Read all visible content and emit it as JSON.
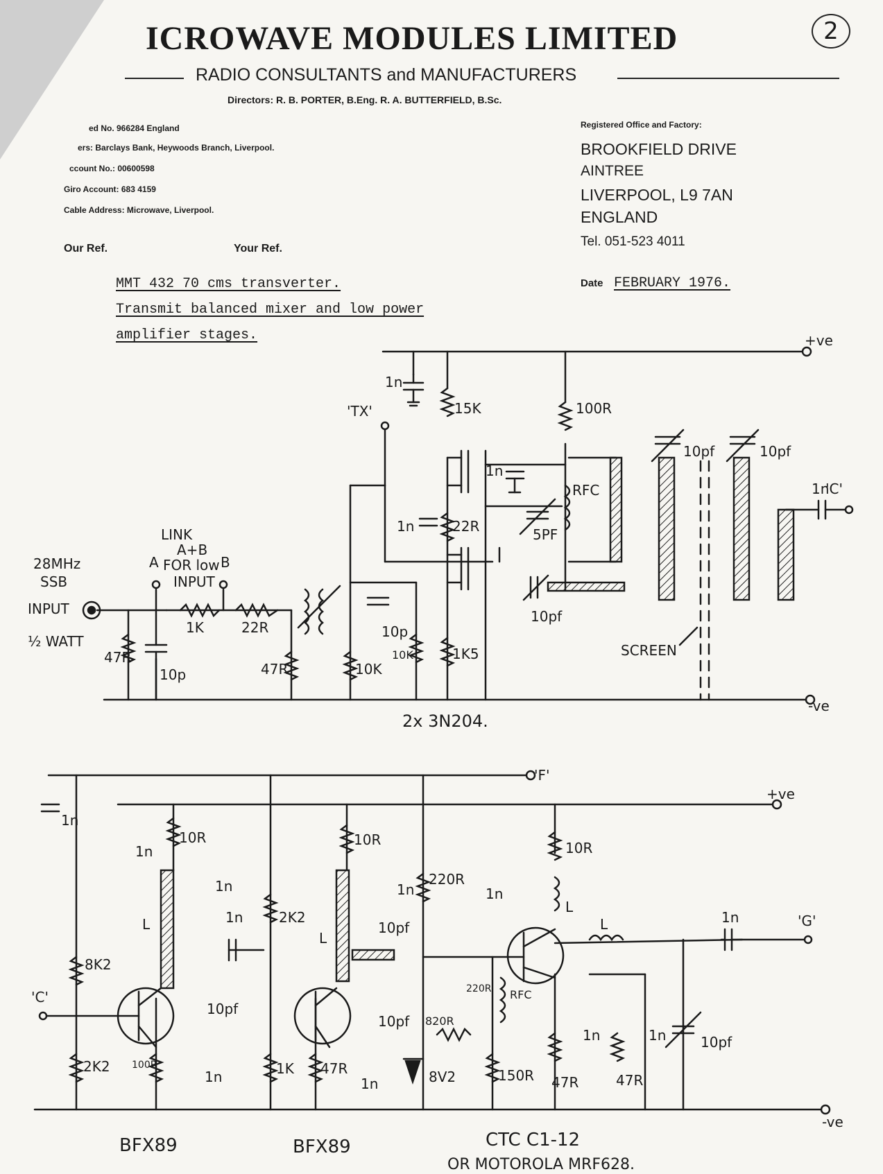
{
  "letterhead": {
    "company": "ICROWAVE MODULES LIMITED",
    "tagline": "RADIO CONSULTANTS and MANUFACTURERS",
    "directors": "Directors: R. B. PORTER, B.Eng.   R. A. BUTTERFIELD, B.Sc.",
    "reg_no": "ed No. 966284 England",
    "bankers": "ers: Barclays Bank, Heywoods Branch, Liverpool.",
    "account": "ccount No.: 00600598",
    "giro": "Giro Account: 683 4159",
    "cable": "Cable Address: Microwave, Liverpool.",
    "office_label": "Registered Office and Factory:",
    "address": [
      "BROOKFIELD DRIVE",
      "AINTREE",
      "LIVERPOOL, L9 7AN",
      "ENGLAND"
    ],
    "tel": "Tel. 051-523 4011",
    "our_ref": "Our Ref.",
    "your_ref": "Your Ref.",
    "page_number": "2"
  },
  "memo": {
    "line1": "MMT 432 70 cms transverter.",
    "line2": "Transmit balanced mixer and low power",
    "line3": "amplifier stages.",
    "date_label": "Date",
    "date_value": "FEBRUARY 1976."
  },
  "circuit1": {
    "pos": "+ve",
    "neg": "-ve",
    "tx": "'TX'",
    "c_out": "'C'",
    "input_label": [
      "28MHz",
      "SSB",
      "INPUT",
      "½ WATT"
    ],
    "link_label": [
      "LINK",
      "A+B",
      "FOR low",
      "INPUT"
    ],
    "point_a": "A",
    "point_b": "B",
    "screen": "SCREEN",
    "devices": "2x 3N204.",
    "values": {
      "r_47r_in": "47R",
      "c_10p_in": "10p",
      "r_1k": "1K",
      "r_22r": "22R",
      "r_47r_b": "47R",
      "r_10k_a": "10K",
      "c_10p_b": "10p",
      "r_10k_b": "10K",
      "r_1k5": "1K5",
      "c_1n_top": "1n",
      "r_15k": "15K",
      "r_100r": "100R",
      "c_1n_mid": "1n",
      "r_22r_src": "22R",
      "c_1n_src": "1n",
      "rfc": "RFC",
      "c_5pf": "5PF",
      "c_10pf_a": "10pf",
      "c_10pf_b": "10pf",
      "c_10pf_c": "10pf",
      "c_1n_out": "1n"
    }
  },
  "circuit2": {
    "f_rail": "'F'",
    "pos": "+ve",
    "neg": "-ve",
    "c_in": "'C'",
    "g_out": "'G'",
    "values": {
      "c_1n_a": "1n",
      "c_1n_b": "1n",
      "r_10r_a": "10R",
      "c_1n_c": "1n",
      "l_a": "L",
      "c_1n_d": "1n",
      "r_8k2": "8K2",
      "c_10pf_a": "10pf",
      "r_2k2_a": "2K2",
      "r_100r": "100R",
      "c_1n_e": "1n",
      "r_2k2_b": "2K2",
      "r_10r_b": "10R",
      "c_1n_f": "1n",
      "l_b": "L",
      "c_10pf_b": "10pf",
      "c_10pf_c": "10pf",
      "r_1k": "1K",
      "r_47r_a": "47R",
      "c_1n_g": "1n",
      "zener": "8V2",
      "r_220r_a": "220R",
      "r_820r": "820R",
      "r_220r_b": "220R",
      "rfc": "RFC",
      "r_150r": "150R",
      "r_10r_c": "10R",
      "c_1n_h": "1n",
      "l_c": "L",
      "l_d": "L",
      "c_1n_i": "1n",
      "r_47r_b": "47R",
      "c_1n_j": "1n",
      "r_47r_c": "47R",
      "c_1n_k": "1n",
      "c_10pf_d": "10pf"
    },
    "transistors": [
      "BFX89",
      "BFX89",
      "CTC C1-12"
    ],
    "alt_part": "OR MOTOROLA MRF628."
  }
}
